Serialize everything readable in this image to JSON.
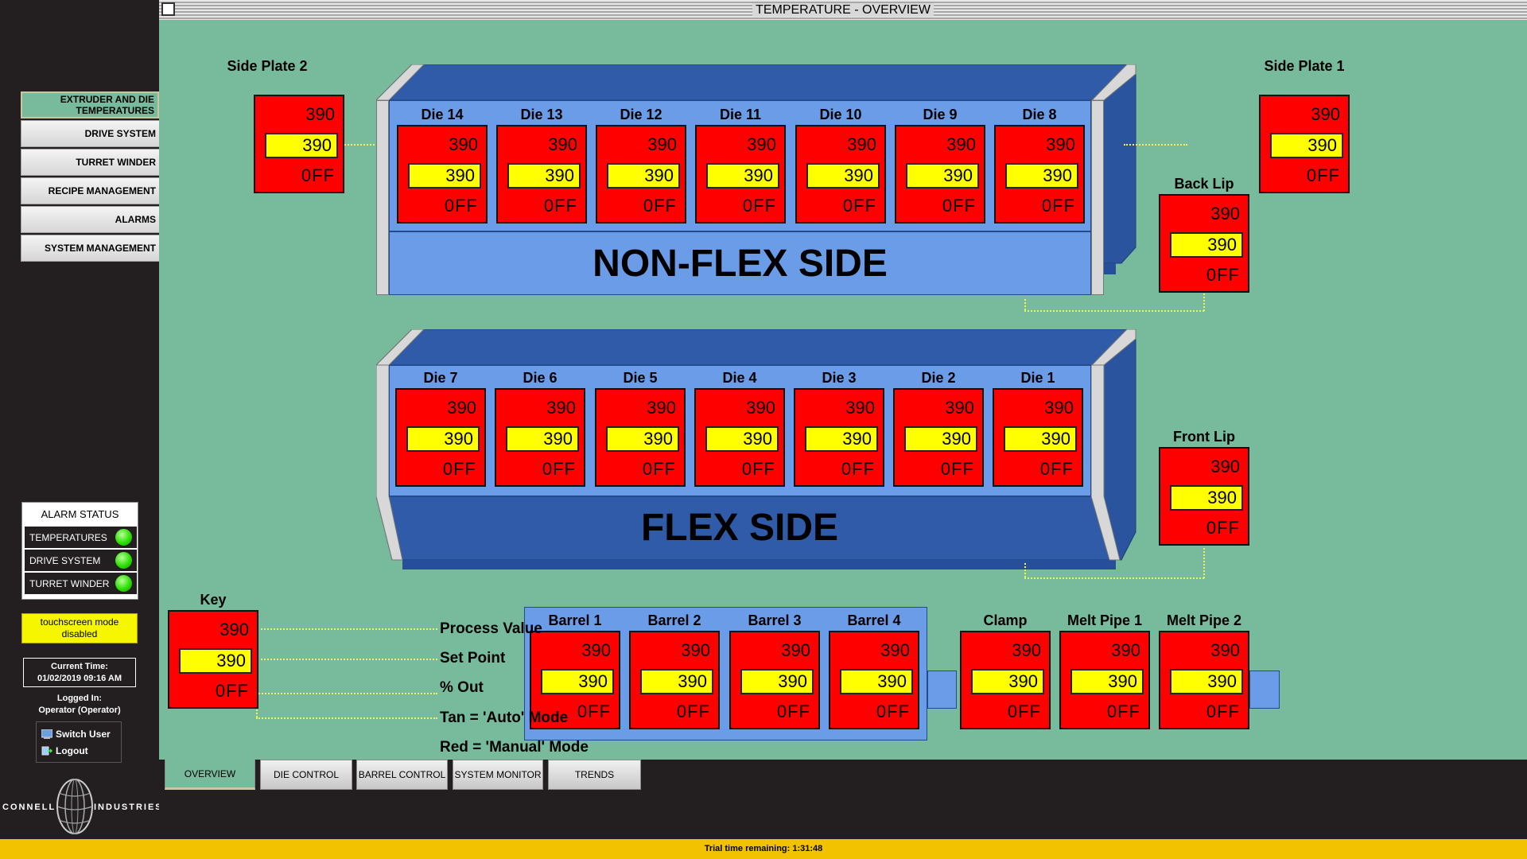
{
  "title": "TEMPERATURE - OVERVIEW",
  "nav": [
    {
      "label": "EXTRUDER AND DIE TEMPERATURES",
      "active": true
    },
    {
      "label": "DRIVE SYSTEM",
      "active": false
    },
    {
      "label": "TURRET WINDER",
      "active": false
    },
    {
      "label": "RECIPE MANAGEMENT",
      "active": false
    },
    {
      "label": "ALARMS",
      "active": false
    },
    {
      "label": "SYSTEM MANAGEMENT",
      "active": false
    }
  ],
  "alarm_status": {
    "title": "ALARM STATUS",
    "items": [
      "TEMPERATURES",
      "DRIVE SYSTEM",
      "TURRET WINDER"
    ],
    "led_color": "#2ce000"
  },
  "touch_mode": "touchscreen mode disabled",
  "time": {
    "label": "Current Time:",
    "value": "01/02/2019 09:16 AM"
  },
  "login": {
    "label": "Logged In:",
    "user": "Operator (Operator)"
  },
  "user_actions": {
    "switch_user": "Switch User",
    "logout": "Logout"
  },
  "logo": {
    "left": "CONNELL",
    "right": "INDUSTRIES"
  },
  "non_flex_side": "NON-FLEX SIDE",
  "flex_side": "FLEX SIDE",
  "zones": {
    "side_plate_2": {
      "label": "Side Plate 2",
      "pv": "390",
      "sp": "390",
      "out": "0FF"
    },
    "side_plate_1": {
      "label": "Side Plate 1",
      "pv": "390",
      "sp": "390",
      "out": "0FF"
    },
    "back_lip": {
      "label": "Back Lip",
      "pv": "390",
      "sp": "390",
      "out": "0FF"
    },
    "front_lip": {
      "label": "Front Lip",
      "pv": "390",
      "sp": "390",
      "out": "0FF"
    },
    "key": {
      "label": "Key",
      "pv": "390",
      "sp": "390",
      "out": "0FF"
    },
    "die_top": [
      {
        "label": "Die 14",
        "pv": "390",
        "sp": "390",
        "out": "0FF"
      },
      {
        "label": "Die 13",
        "pv": "390",
        "sp": "390",
        "out": "0FF"
      },
      {
        "label": "Die 12",
        "pv": "390",
        "sp": "390",
        "out": "0FF"
      },
      {
        "label": "Die 11",
        "pv": "390",
        "sp": "390",
        "out": "0FF"
      },
      {
        "label": "Die 10",
        "pv": "390",
        "sp": "390",
        "out": "0FF"
      },
      {
        "label": "Die 9",
        "pv": "390",
        "sp": "390",
        "out": "0FF"
      },
      {
        "label": "Die 8",
        "pv": "390",
        "sp": "390",
        "out": "0FF"
      }
    ],
    "die_bottom": [
      {
        "label": "Die 7",
        "pv": "390",
        "sp": "390",
        "out": "0FF"
      },
      {
        "label": "Die 6",
        "pv": "390",
        "sp": "390",
        "out": "0FF"
      },
      {
        "label": "Die 5",
        "pv": "390",
        "sp": "390",
        "out": "0FF"
      },
      {
        "label": "Die 4",
        "pv": "390",
        "sp": "390",
        "out": "0FF"
      },
      {
        "label": "Die 3",
        "pv": "390",
        "sp": "390",
        "out": "0FF"
      },
      {
        "label": "Die 2",
        "pv": "390",
        "sp": "390",
        "out": "0FF"
      },
      {
        "label": "Die 1",
        "pv": "390",
        "sp": "390",
        "out": "0FF"
      }
    ],
    "barrels": [
      {
        "label": "Barrel 1",
        "pv": "390",
        "sp": "390",
        "out": "0FF"
      },
      {
        "label": "Barrel 2",
        "pv": "390",
        "sp": "390",
        "out": "0FF"
      },
      {
        "label": "Barrel 3",
        "pv": "390",
        "sp": "390",
        "out": "0FF"
      },
      {
        "label": "Barrel 4",
        "pv": "390",
        "sp": "390",
        "out": "0FF"
      }
    ],
    "downstream": [
      {
        "label": "Clamp",
        "pv": "390",
        "sp": "390",
        "out": "0FF"
      },
      {
        "label": "Melt Pipe 1",
        "pv": "390",
        "sp": "390",
        "out": "0FF"
      },
      {
        "label": "Melt Pipe 2",
        "pv": "390",
        "sp": "390",
        "out": "0FF"
      }
    ]
  },
  "key_legend": [
    "Process Value",
    "Set Point",
    "% Out",
    "Tan = 'Auto' Mode",
    "Red = 'Manual' Mode"
  ],
  "tabs": [
    {
      "label": "OVERVIEW",
      "active": true
    },
    {
      "label": "DIE CONTROL",
      "active": false
    },
    {
      "label": "BARREL CONTROL",
      "active": false
    },
    {
      "label": "SYSTEM MONITOR",
      "active": false
    },
    {
      "label": "TRENDS",
      "active": false
    }
  ],
  "trial_text": "Trial time remaining: 1:31:48",
  "colors": {
    "zone_manual": "#ff0000",
    "setpoint": "#ffff00",
    "background": "#77bb9c",
    "housing": "#2f5ba8"
  }
}
